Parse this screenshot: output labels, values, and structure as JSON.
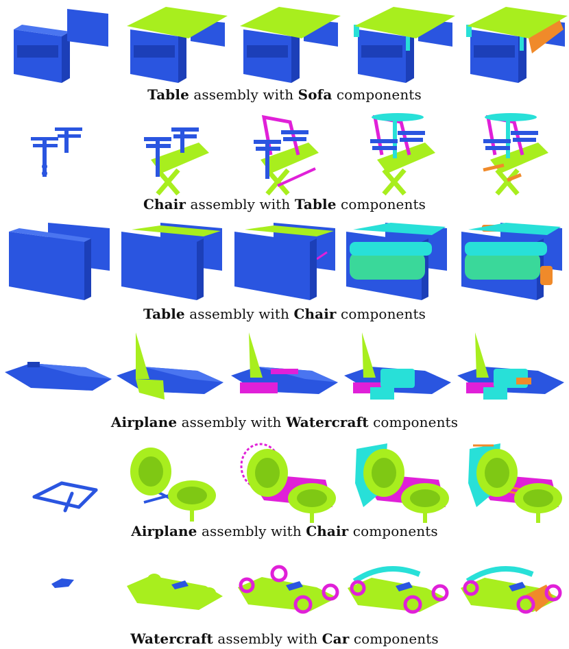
{
  "figure": {
    "captions": [
      {
        "bold1": "Table",
        "mid": " assembly with ",
        "bold2": "Sofa",
        "end": " components"
      },
      {
        "bold1": "Chair",
        "mid": " assembly with ",
        "bold2": "Table",
        "end": " components"
      },
      {
        "bold1": "Table",
        "mid": " assembly with ",
        "bold2": "Chair",
        "end": " components"
      },
      {
        "bold1": "Airplane",
        "mid": " assembly with ",
        "bold2": "Watercraft",
        "end": " components"
      },
      {
        "bold1": "Airplane",
        "mid": " assembly with ",
        "bold2": "Chair",
        "end": " components"
      },
      {
        "bold1": "Watercraft",
        "mid": " assembly with ",
        "bold2": "Car",
        "end": " components"
      }
    ],
    "colors": {
      "blue": "#2a55e0",
      "blue_dark": "#1c3fb8",
      "lime": "#a8ee1e",
      "magenta": "#e020d8",
      "cyan": "#28e0d8",
      "orange": "#f08a2a"
    }
  }
}
